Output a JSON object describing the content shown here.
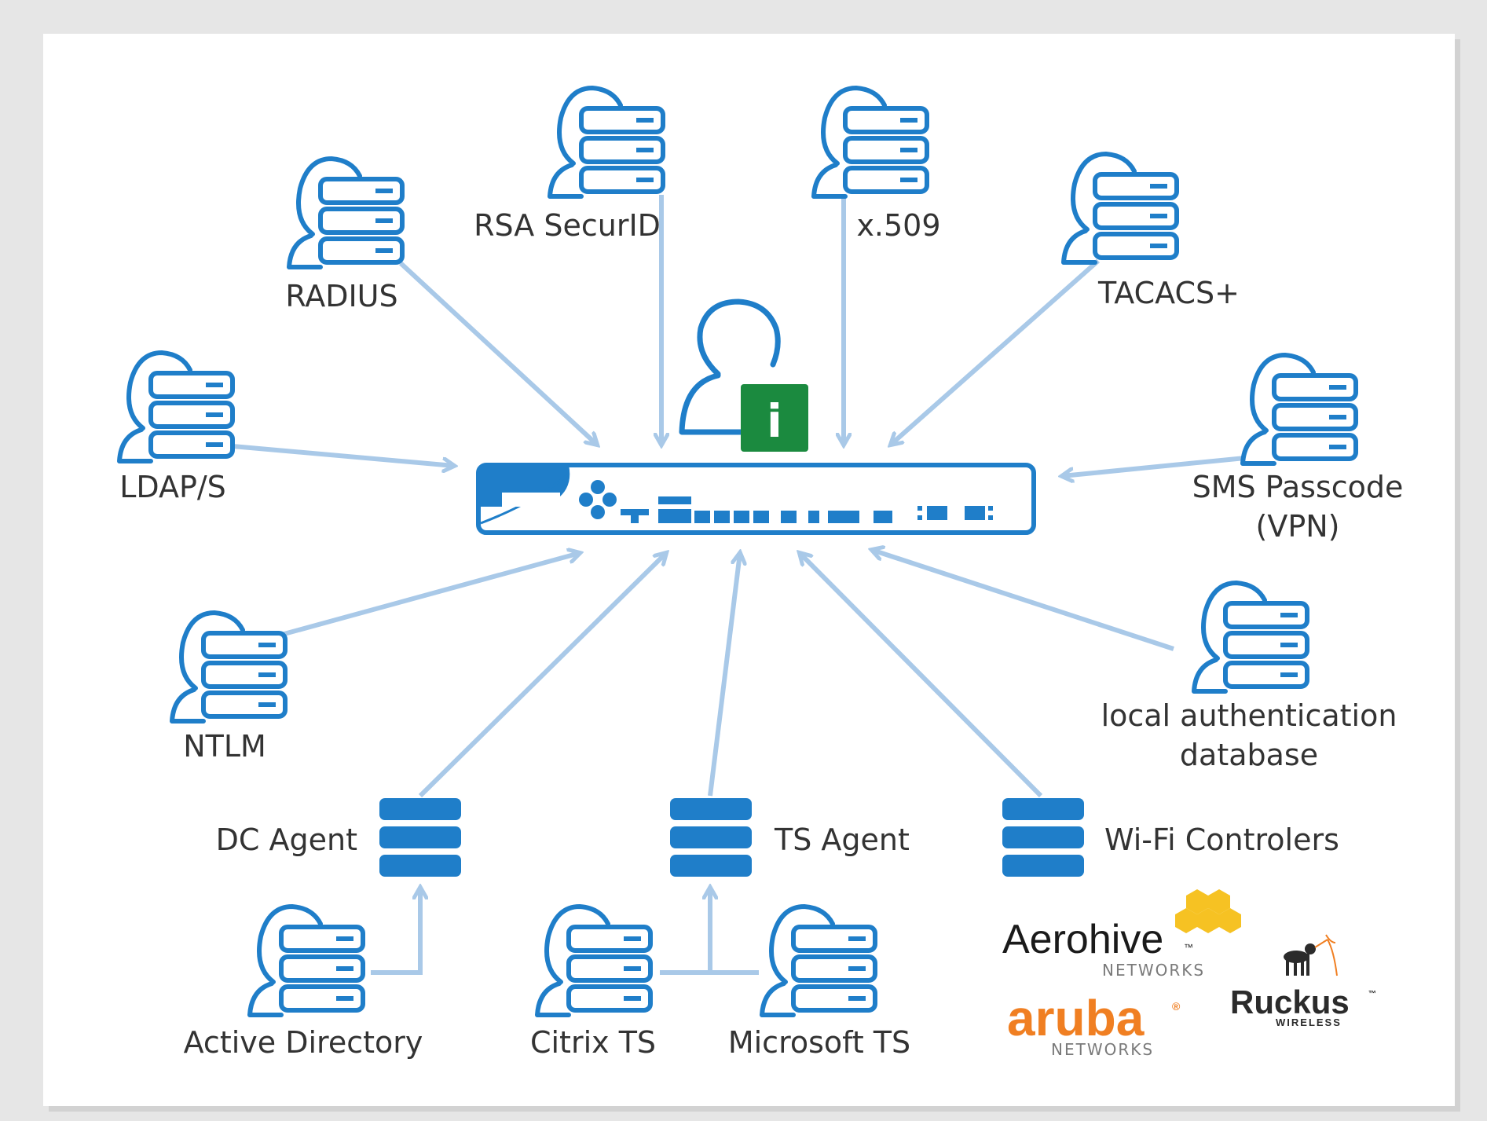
{
  "diagram": {
    "colors": {
      "primary": "#1f7ec9",
      "arrow": "#a9c9e8",
      "info_badge": "#1b8a3f",
      "aruba": "#f07f22",
      "aerohive_hex": "#f6c223"
    },
    "center": {
      "device": "firewall-appliance-icon",
      "user": "user-icon",
      "badge_text": "i"
    },
    "sources": [
      {
        "id": "rsa",
        "label": "RSA SecurID",
        "icon": "user-server-icon"
      },
      {
        "id": "x509",
        "label": "x.509",
        "icon": "user-server-icon"
      },
      {
        "id": "radius",
        "label": "RADIUS",
        "icon": "user-server-icon"
      },
      {
        "id": "tacacs",
        "label": "TACACS+",
        "icon": "user-server-icon"
      },
      {
        "id": "ldap",
        "label": "LDAP/S",
        "icon": "user-server-icon"
      },
      {
        "id": "sms",
        "label": "SMS Passcode",
        "label2": "(VPN)",
        "icon": "user-server-icon"
      },
      {
        "id": "ntlm",
        "label": "NTLM",
        "icon": "user-server-icon"
      },
      {
        "id": "localdb",
        "label": "local authentication",
        "label2": "database",
        "icon": "user-server-icon"
      },
      {
        "id": "dcagent",
        "label": "DC Agent",
        "icon": "server-icon"
      },
      {
        "id": "tsagent",
        "label": "TS Agent",
        "icon": "server-icon"
      },
      {
        "id": "wifi",
        "label": "Wi-Fi Controlers",
        "icon": "server-icon"
      },
      {
        "id": "ad",
        "label": "Active Directory",
        "icon": "user-server-icon"
      },
      {
        "id": "citrix",
        "label": "Citrix TS",
        "icon": "user-server-icon"
      },
      {
        "id": "mstts",
        "label": "Microsoft TS",
        "icon": "user-server-icon"
      }
    ],
    "logos": {
      "aerohive": "Aerohive",
      "aerohive_tm": "™",
      "aerohive_sub": "NETWORKS",
      "aruba": "aruba",
      "aruba_reg": "®",
      "aruba_sub": "NETWORKS",
      "ruckus": "Ruckus",
      "ruckus_tm": "™",
      "ruckus_sub": "WIRELESS"
    }
  }
}
